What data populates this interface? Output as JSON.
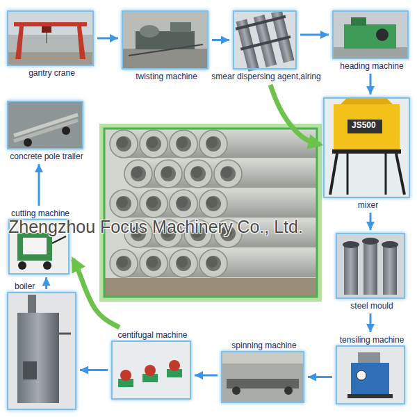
{
  "diagram": {
    "nodes": [
      {
        "text": [
          "gantry crane"
        ]
      },
      {
        "text": [
          "twisting machine"
        ]
      },
      {
        "text": [
          "smear dispersing agent,airing"
        ]
      },
      {
        "text": [
          "heading machine"
        ]
      },
      {
        "text": [
          "mixer"
        ]
      },
      {
        "text": [
          "steel mould"
        ]
      },
      {
        "text": [
          "tensiling machine"
        ]
      },
      {
        "text": [
          "spinning machine"
        ]
      },
      {
        "text": [
          "centifugal machine"
        ]
      },
      {
        "text": [
          "boiler"
        ]
      },
      {
        "text": [
          "cutting machine"
        ]
      },
      {
        "text": [
          "concrete pole trailer"
        ]
      }
    ],
    "edges": [
      {
        "from": 0,
        "to": 1,
        "arrow": "to"
      },
      {
        "from": 1,
        "to": 2,
        "arrow": "to"
      },
      {
        "from": 2,
        "to": 3,
        "arrow": "to"
      },
      {
        "from": 3,
        "to": 4,
        "arrow": "to"
      },
      {
        "from": 4,
        "to": 5,
        "arrow": "to"
      },
      {
        "from": 5,
        "to": 6,
        "arrow": "to"
      },
      {
        "from": 6,
        "to": 7,
        "arrow": "to"
      },
      {
        "from": 7,
        "to": 8,
        "arrow": "to"
      },
      {
        "from": 8,
        "to": 9,
        "arrow": "to"
      },
      {
        "from": 9,
        "to": 10,
        "arrow": "to"
      },
      {
        "from": 10,
        "to": 11,
        "arrow": "to"
      },
      {
        "from": 2,
        "to": 4,
        "arrow": "to"
      },
      {
        "from": 8,
        "to": 10,
        "arrow": "to"
      }
    ],
    "labels": [
      "Zhengzhou Focus Machinery Co., Ltd.",
      "JS500"
    ]
  }
}
